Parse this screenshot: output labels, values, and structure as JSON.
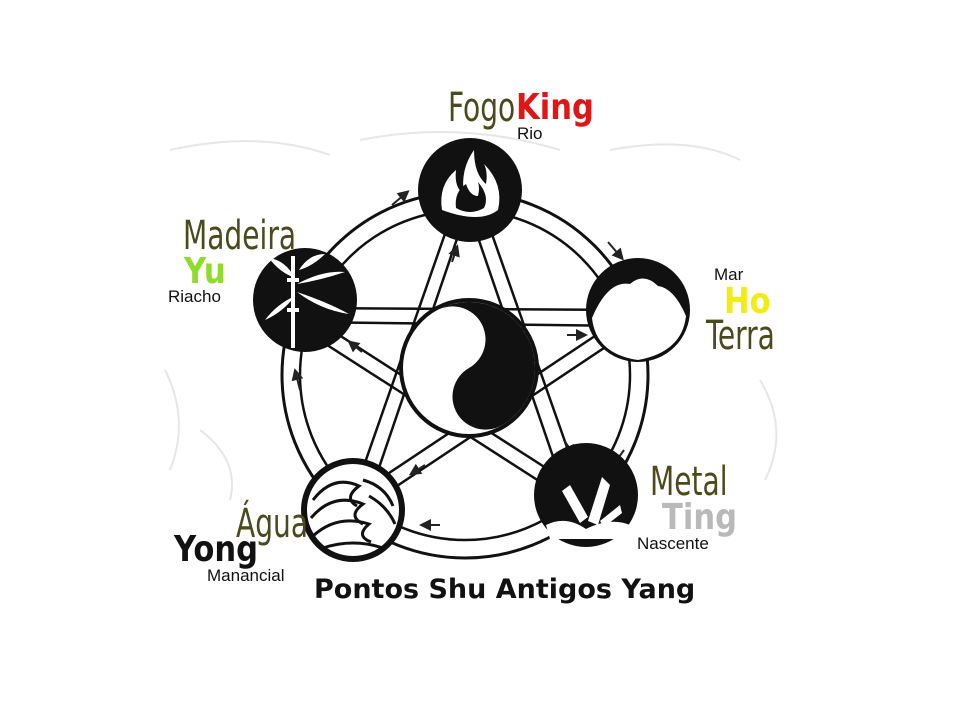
{
  "title": "Pontos Shu Antigos Yang",
  "elements": {
    "fire": {
      "element": "Fogo",
      "point": "King",
      "point_color": "#e01515",
      "site": "Rio"
    },
    "wood": {
      "element": "Madeira",
      "point": "Yu",
      "point_color": "#8fdc2a",
      "site": "Riacho"
    },
    "earth": {
      "element": "Terra",
      "point": "Ho",
      "point_color": "#f2ec12",
      "site": "Mar"
    },
    "metal": {
      "element": "Metal",
      "point": "Ting",
      "point_color": "#b9b9b9",
      "site": "Nascente"
    },
    "water": {
      "element": "Água",
      "point": "Yong",
      "point_color": "#111111",
      "site": "Manancial"
    }
  },
  "colors": {
    "ink": "#111111",
    "element_text": "#4a4a1c"
  }
}
